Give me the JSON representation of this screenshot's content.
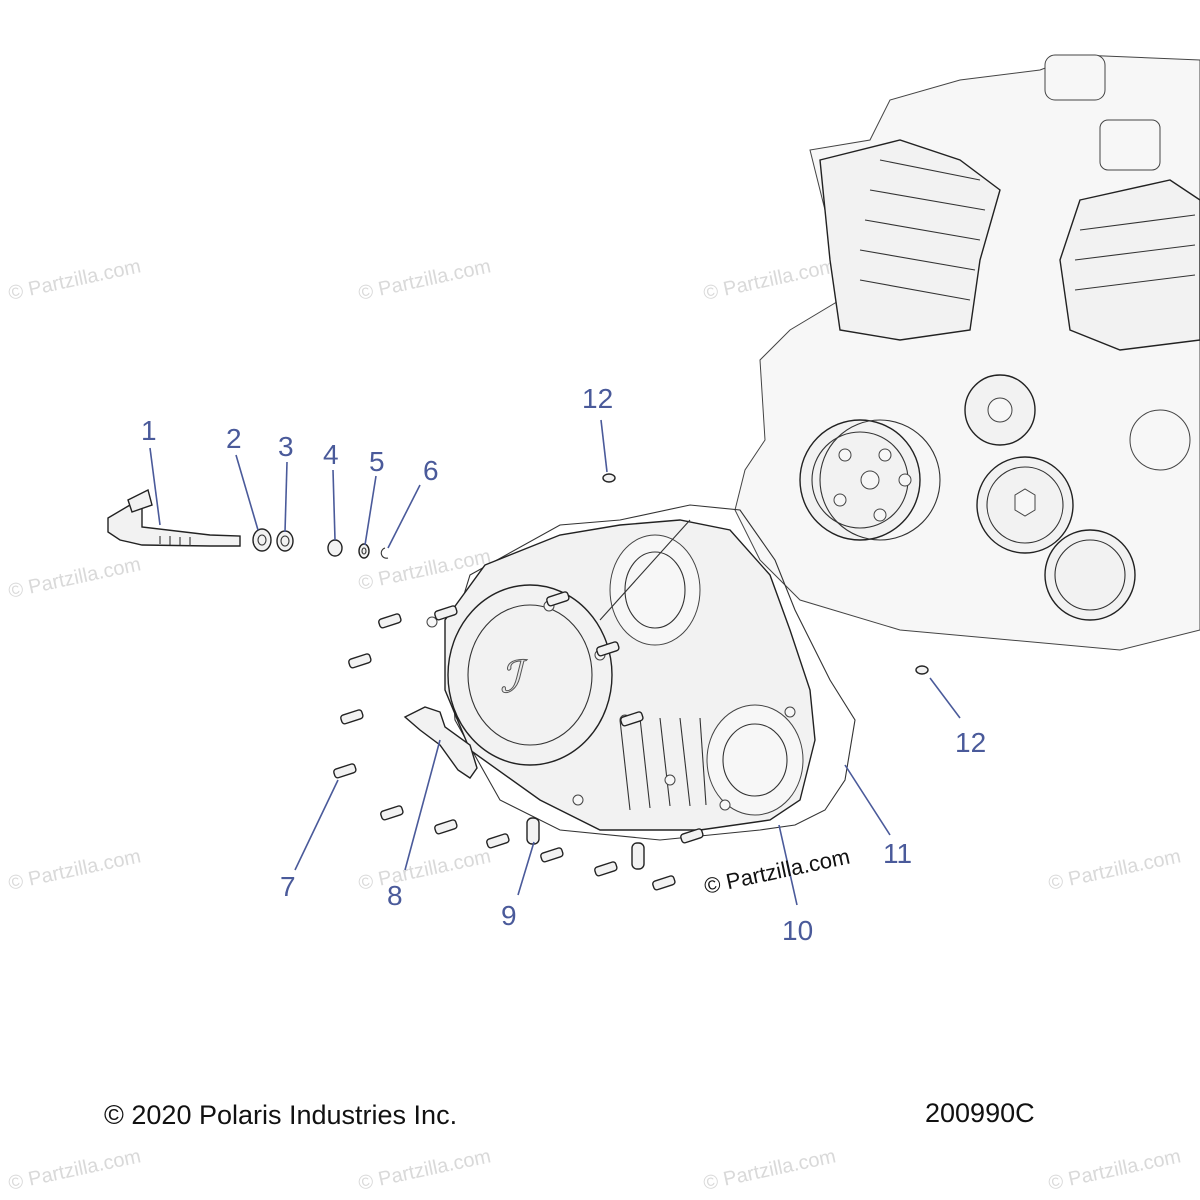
{
  "diagram": {
    "callouts": [
      {
        "id": "1",
        "label": "1"
      },
      {
        "id": "2",
        "label": "2"
      },
      {
        "id": "3",
        "label": "3"
      },
      {
        "id": "4",
        "label": "4"
      },
      {
        "id": "5",
        "label": "5"
      },
      {
        "id": "6",
        "label": "6"
      },
      {
        "id": "7",
        "label": "7"
      },
      {
        "id": "8",
        "label": "8"
      },
      {
        "id": "9",
        "label": "9"
      },
      {
        "id": "10",
        "label": "10"
      },
      {
        "id": "11",
        "label": "11"
      },
      {
        "id": "12a",
        "label": "12"
      },
      {
        "id": "12b",
        "label": "12"
      }
    ],
    "copyright": "© 2020 Polaris Industries Inc.",
    "diagram_code": "200990C",
    "center_watermark": "© Partzilla.com",
    "watermark_text": "© Partzilla.com"
  },
  "colors": {
    "callout": "#4a5a9a",
    "line_art": "#222222",
    "watermark": "#d9d9d9"
  }
}
